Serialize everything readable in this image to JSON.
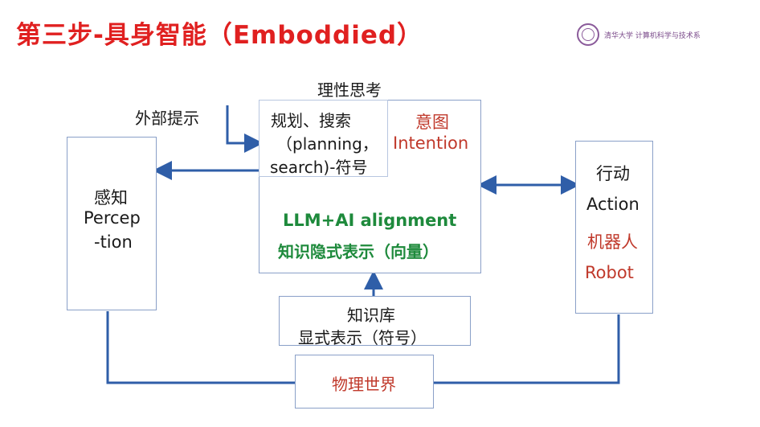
{
  "slide": {
    "title": "第三步-具身智能（Emboddied）",
    "title_color": "#e02020",
    "logo_text": "清华大学 计算机科学与技术系"
  },
  "diagram": {
    "reasoning_label": "理性思考",
    "external_hint": "外部提示",
    "planning": {
      "line1": "规划、搜索",
      "line2": "（planning，",
      "line3": "search)-符号"
    },
    "intention": {
      "cn": "意图",
      "en": "Intention"
    },
    "llm": {
      "line1": "LLM+AI alignment",
      "line2": "知识隐式表示（向量）"
    },
    "perception": {
      "cn": "感知",
      "en1": "Percep",
      "en2": "-tion"
    },
    "knowledge_base": {
      "line1": "知识库",
      "line2": "显式表示（符号）"
    },
    "physical_world": "物理世界",
    "action": {
      "cn": "行动",
      "en": "Action",
      "robot_cn": "机器人",
      "robot_en": "Robot"
    },
    "colors": {
      "red": "#c0392b",
      "green": "#1e8a3c",
      "arrow": "#2f5ea8",
      "box_border": "#8aa0c8"
    }
  }
}
